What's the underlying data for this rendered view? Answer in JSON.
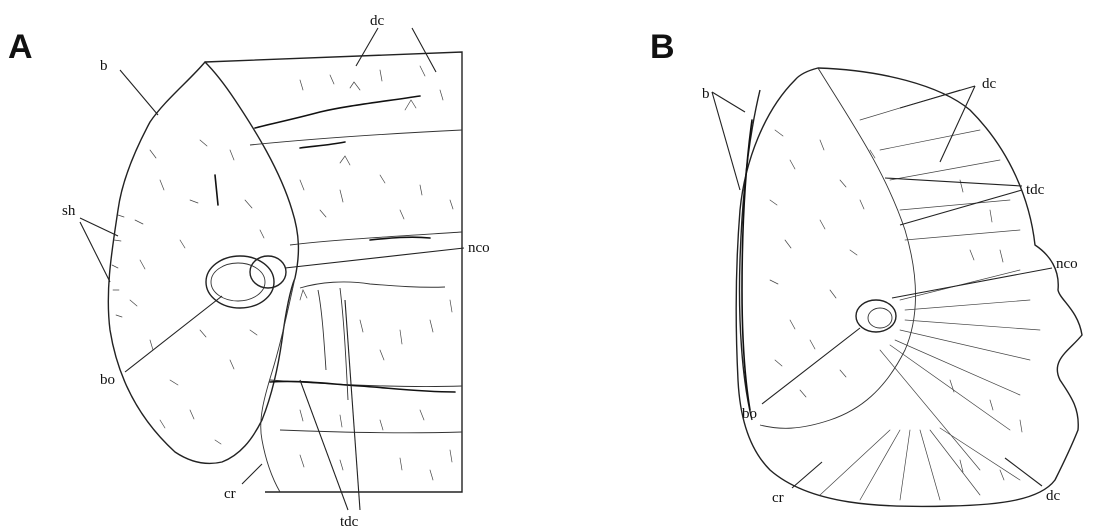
{
  "panels": [
    {
      "letter": "A",
      "labels": {
        "b": "b",
        "dc": "dc",
        "sh": "sh",
        "nco": "nco",
        "bo": "bo",
        "cr": "cr",
        "tdc": "tdc"
      }
    },
    {
      "letter": "B",
      "labels": {
        "b": "b",
        "dc_top": "dc",
        "tdc": "tdc",
        "nco": "nco",
        "bo": "bo",
        "cr": "cr",
        "dc_bottom": "dc"
      }
    }
  ]
}
